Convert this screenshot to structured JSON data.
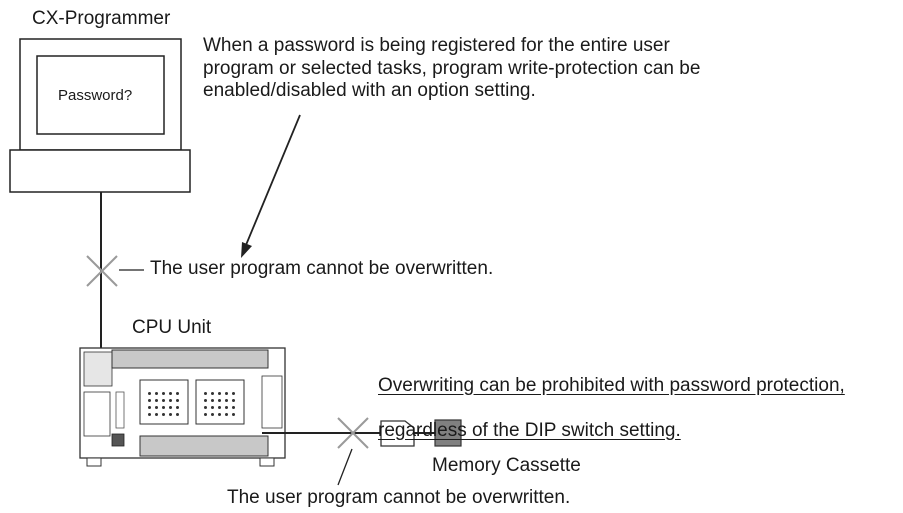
{
  "labels": {
    "programmer": "CX-Programmer",
    "password_prompt": "Password?",
    "cpu_unit": "CPU Unit",
    "memory_cassette": "Memory Cassette"
  },
  "notes": {
    "password_option": "When a password is being registered for the entire user\nprogram or selected tasks, program write-protection can be\nenabled/disabled with an option setting.",
    "cannot_overwrite_top": "The user program cannot be overwritten.",
    "prohibit_line1": "Overwriting can be prohibited with password protection,",
    "prohibit_line2": "regardless of the DIP switch setting.",
    "cannot_overwrite_bottom": "The user program cannot be overwritten."
  }
}
